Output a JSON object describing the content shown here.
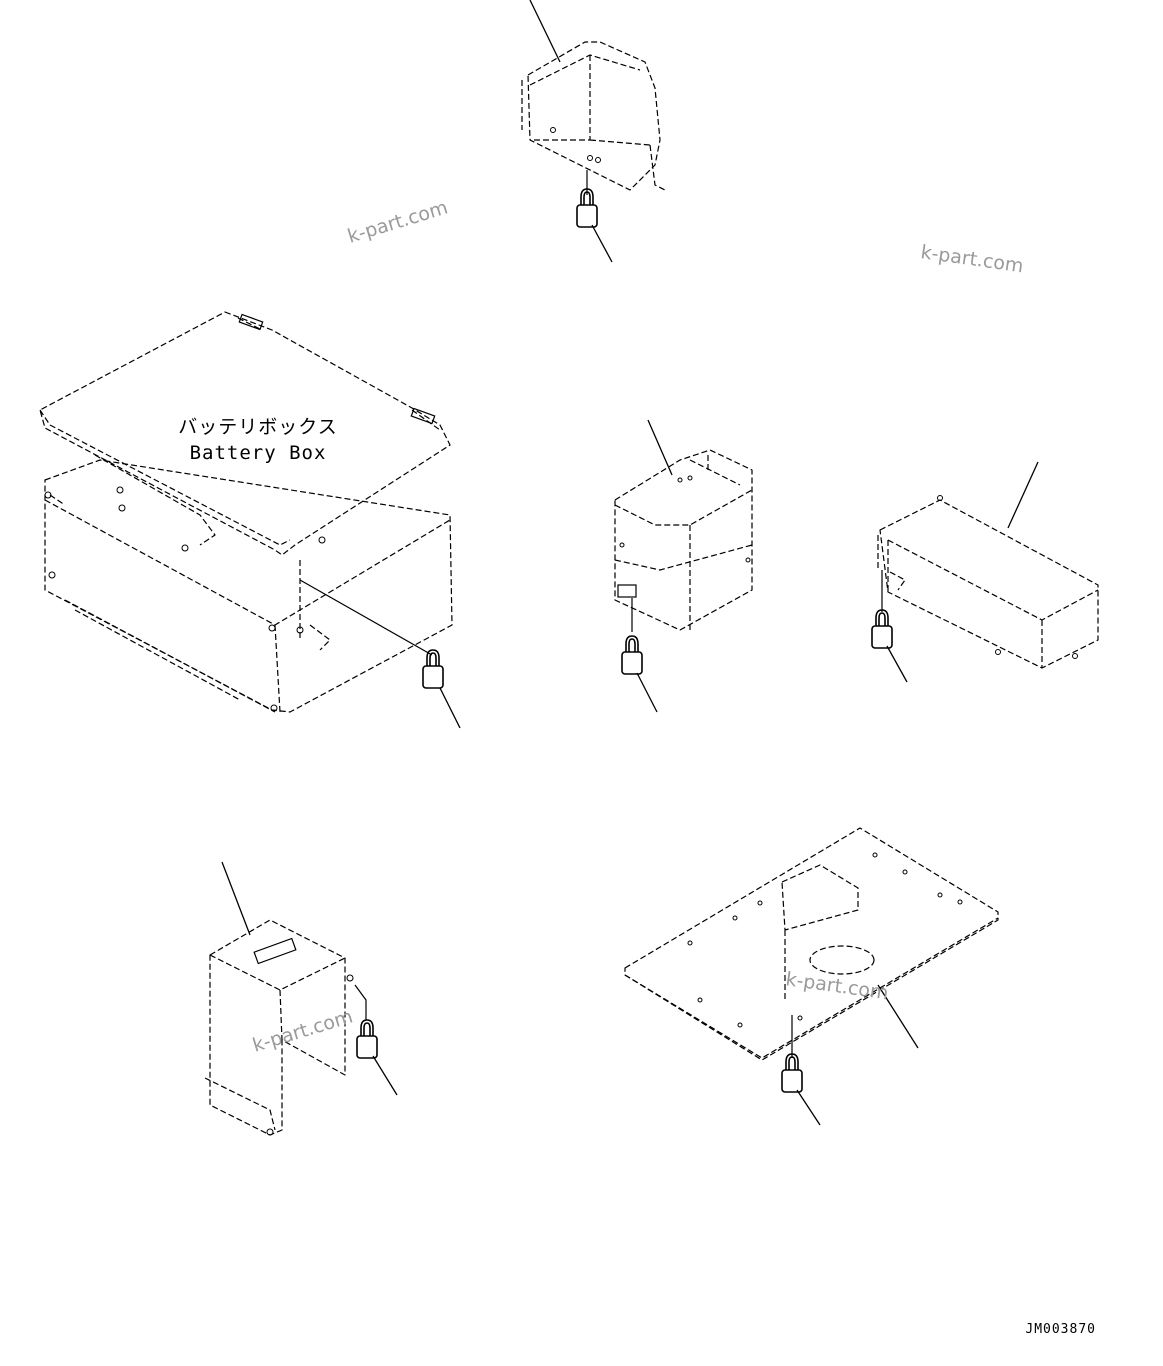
{
  "figure": {
    "battery_box_label_jp": "バッテリボックス",
    "battery_box_label_en": "Battery Box",
    "drawing_code": "JM003870"
  },
  "watermarks": [
    "k-part.com",
    "k-part.com",
    "k-part.com",
    "k-part.com"
  ],
  "icons": {
    "lock": "padlock-icon"
  }
}
